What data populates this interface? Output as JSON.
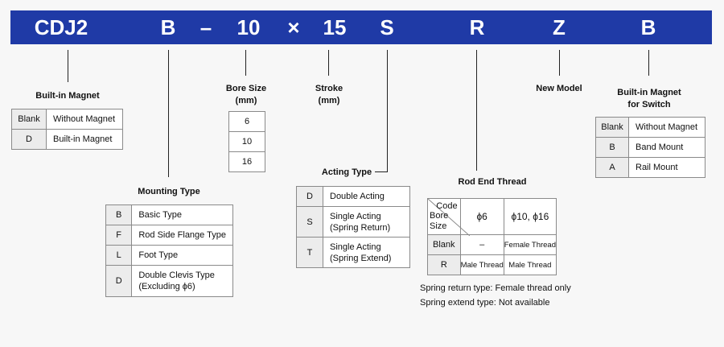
{
  "model_code": {
    "series": "CDJ2",
    "mounting": "B",
    "dash": "–",
    "bore": "10",
    "times": "×",
    "stroke": "15",
    "acting": "S",
    "rod_end": "R",
    "new_model": "Z",
    "magnet_switch": "B"
  },
  "colors": {
    "banner": "#1f3aa6",
    "banner_text": "#ffffff",
    "key_cell": "#ececec",
    "border": "#8a8a8a"
  },
  "built_in_magnet": {
    "title": "Built-in Magnet",
    "rows": [
      {
        "key": "Blank",
        "value": "Without Magnet"
      },
      {
        "key": "D",
        "value": "Built-in Magnet"
      }
    ]
  },
  "bore_size": {
    "title": "Bore Size",
    "unit": "(mm)",
    "values": [
      "6",
      "10",
      "16"
    ]
  },
  "stroke": {
    "title": "Stroke",
    "unit": "(mm)"
  },
  "new_model": {
    "title": "New Model"
  },
  "magnet_for_switch": {
    "title_line1": "Built-in Magnet",
    "title_line2": "for Switch",
    "rows": [
      {
        "key": "Blank",
        "value": "Without Magnet"
      },
      {
        "key": "B",
        "value": "Band Mount"
      },
      {
        "key": "A",
        "value": "Rail Mount"
      }
    ]
  },
  "mounting_type": {
    "title": "Mounting Type",
    "rows": [
      {
        "key": "B",
        "value": "Basic Type"
      },
      {
        "key": "F",
        "value": "Rod Side Flange Type"
      },
      {
        "key": "L",
        "value": "Foot Type"
      },
      {
        "key": "D",
        "value": "Double Clevis Type",
        "value2": "(Excluding ϕ6)"
      }
    ]
  },
  "acting_type": {
    "title": "Acting Type",
    "rows": [
      {
        "key": "D",
        "value": "Double Acting"
      },
      {
        "key": "S",
        "value": "Single Acting",
        "value2": "(Spring Return)"
      },
      {
        "key": "T",
        "value": "Single Acting",
        "value2": "(Spring Extend)"
      }
    ]
  },
  "rod_end_thread": {
    "title": "Rod End Thread",
    "corner_top": "Code",
    "corner_bottom_1": "Bore",
    "corner_bottom_2": "Size",
    "col1": "ϕ6",
    "col2": "ϕ10, ϕ16",
    "rows": [
      {
        "key": "Blank",
        "c1": "–",
        "c2": "Female Thread"
      },
      {
        "key": "R",
        "c1": "Male Thread",
        "c2": "Male Thread"
      }
    ],
    "notes": [
      "Spring return type: Female thread only",
      "Spring extend type: Not available"
    ]
  }
}
